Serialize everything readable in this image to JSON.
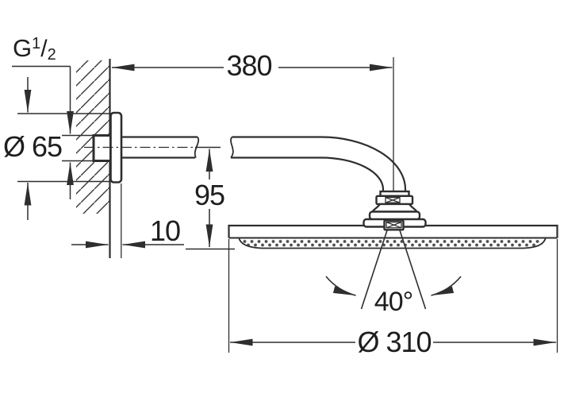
{
  "diagram": {
    "title": "Technical dimension drawing — wall-mounted head shower with shower arm (side view)",
    "labels": {
      "thread_base": "G",
      "thread_sup": "1",
      "thread_slash": "/",
      "thread_sub": "2",
      "flange_diameter": "Ø 65",
      "arm_length": "380",
      "drop_height": "95",
      "escutcheon_depth": "10",
      "spray_angle": "40°",
      "head_diameter": "Ø 310"
    },
    "values": {
      "thread": "G 1/2",
      "flange_diameter_mm": 65,
      "arm_length_mm": 380,
      "drop_height_mm": 95,
      "escutcheon_depth_mm": 10,
      "spray_angle_deg": 40,
      "head_diameter_mm": 310
    },
    "colors": {
      "line": "#2e2e2e",
      "background": "#ffffff",
      "text": "#1e1e1e"
    }
  }
}
